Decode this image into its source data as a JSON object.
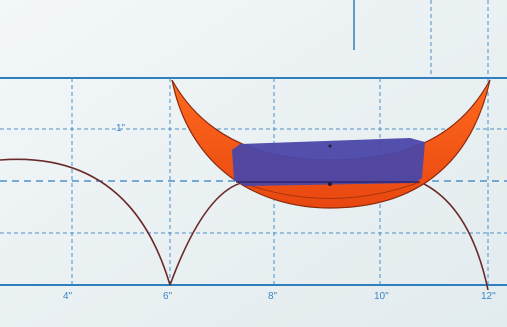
{
  "photo": {
    "subject": "orange-crescent-template-on-cutting-mat",
    "colors": {
      "mat": "#eaf1f3",
      "grid_line": "#2f7fbf",
      "dash_line": "#4a90c8",
      "crescent": "#f2531a",
      "tape": "#4a47a8",
      "arc_line": "#6b2a2a"
    }
  },
  "ruler": {
    "labels": [
      "4\"",
      "6\"",
      "8\"",
      "10\"",
      "12\""
    ]
  },
  "side_label": "1\""
}
